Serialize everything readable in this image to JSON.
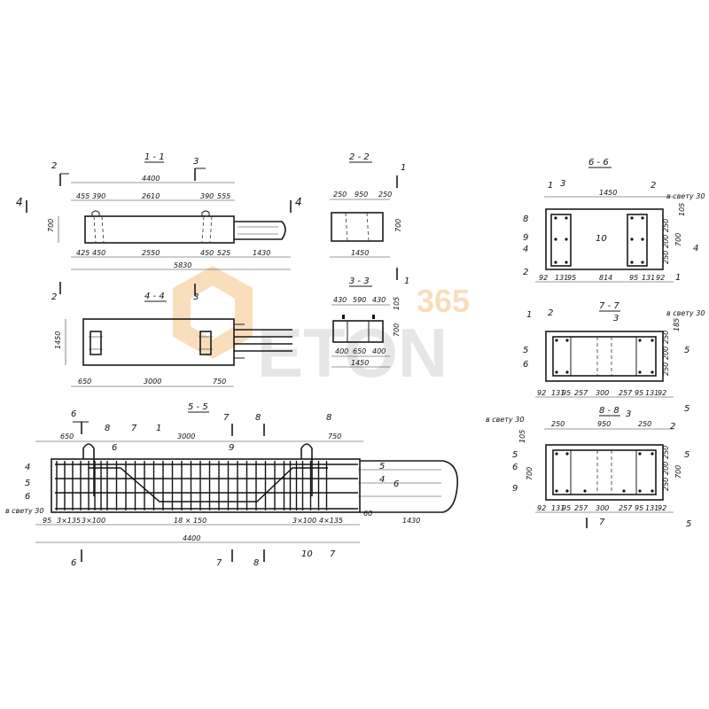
{
  "sections": {
    "s11": {
      "title": "1 - 1",
      "overall": "4400",
      "top_dims": [
        "455",
        "390",
        "2610",
        "390",
        "555"
      ],
      "bottom_dims": [
        "425",
        "450",
        "2550",
        "450",
        "525",
        "1430"
      ],
      "total": "5830",
      "height": "700"
    },
    "s22": {
      "title": "2 - 2",
      "top_dims": [
        "250",
        "950",
        "250"
      ],
      "width": "1450",
      "height": "700"
    },
    "s33": {
      "title": "3 - 3",
      "top_dims": [
        "430",
        "590",
        "430"
      ],
      "bottom_dims": [
        "400",
        "650",
        "400"
      ],
      "width": "1450",
      "height": "700",
      "side": "105"
    },
    "s44": {
      "title": "4 - 4",
      "dims": [
        "650",
        "3000",
        "750"
      ],
      "height": "1450"
    },
    "s55": {
      "title": "5 - 5",
      "top_dims": [
        "650",
        "3000",
        "750"
      ],
      "bottom_dims": [
        "95",
        "3×135",
        "3×100",
        "18 × 150",
        "3×100",
        "4×135",
        "60",
        "1430"
      ],
      "total": "4400",
      "clear": "в свету 30"
    },
    "s66": {
      "title": "6 - 6",
      "width": "1450",
      "dims": [
        "92",
        "131",
        "95",
        "814",
        "95",
        "131",
        "92"
      ],
      "heights": [
        "105",
        "250",
        "200",
        "250"
      ],
      "h": "700",
      "clear": "в свету 30"
    },
    "s77": {
      "title": "7 - 7",
      "dims": [
        "92",
        "131",
        "95",
        "257",
        "300",
        "257",
        "95",
        "131",
        "92"
      ],
      "heights": [
        "185",
        "250",
        "200",
        "250"
      ],
      "clear": "в свету 30"
    },
    "s88": {
      "title": "8 - 8",
      "top": [
        "250",
        "950",
        "250"
      ],
      "dims": [
        "92",
        "131",
        "95",
        "257",
        "300",
        "257",
        "95",
        "131",
        "92"
      ],
      "heights": [
        "105",
        "250",
        "200",
        "250"
      ],
      "h": "700",
      "clear": "в свету 30"
    }
  },
  "cut_marks": {
    "c1": "1",
    "c2": "2",
    "c3": "3",
    "c4": "4",
    "c5": "5",
    "c6": "6",
    "c7": "7",
    "c8": "8"
  },
  "callouts": {
    "n1": "1",
    "n2": "2",
    "n3": "3",
    "n4": "4",
    "n5": "5",
    "n6": "6",
    "n7": "7",
    "n8": "8",
    "n9": "9",
    "n10": "10"
  },
  "watermark": {
    "text": "ETON",
    "num": "365"
  }
}
